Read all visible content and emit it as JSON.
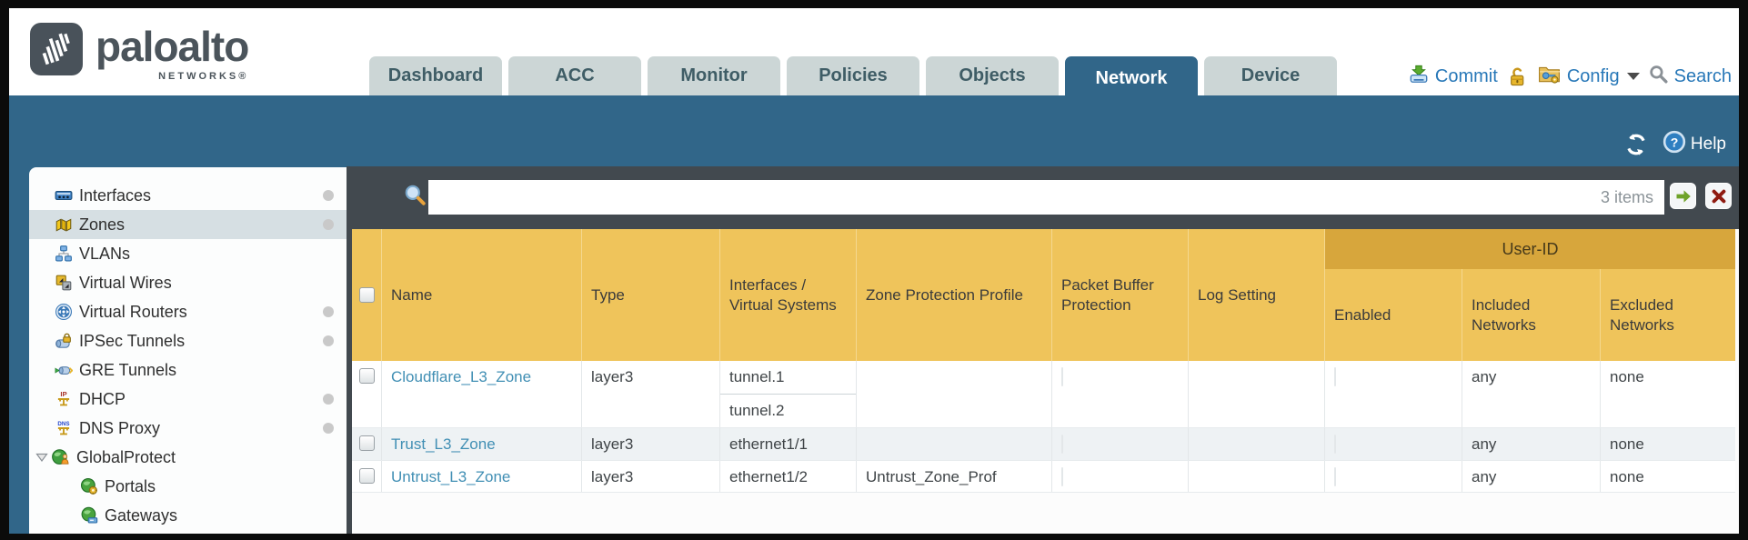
{
  "brand": {
    "name": "paloalto",
    "sub": "NETWORKS®"
  },
  "nav": {
    "tabs": [
      {
        "label": "Dashboard",
        "active": false
      },
      {
        "label": "ACC",
        "active": false
      },
      {
        "label": "Monitor",
        "active": false
      },
      {
        "label": "Policies",
        "active": false
      },
      {
        "label": "Objects",
        "active": false
      },
      {
        "label": "Network",
        "active": true
      },
      {
        "label": "Device",
        "active": false
      }
    ]
  },
  "utilities": {
    "commit_label": "Commit",
    "config_label": "Config",
    "search_label": "Search"
  },
  "banner": {
    "help_label": "Help"
  },
  "sidebar": {
    "items": [
      {
        "label": "Interfaces"
      },
      {
        "label": "Zones"
      },
      {
        "label": "VLANs"
      },
      {
        "label": "Virtual Wires"
      },
      {
        "label": "Virtual Routers"
      },
      {
        "label": "IPSec Tunnels"
      },
      {
        "label": "GRE Tunnels"
      },
      {
        "label": "DHCP"
      },
      {
        "label": "DNS Proxy"
      },
      {
        "label": "GlobalProtect"
      },
      {
        "label": "Portals"
      },
      {
        "label": "Gateways"
      }
    ],
    "selected": "Zones"
  },
  "toolbar": {
    "items_count": "3 items",
    "filter_value": ""
  },
  "table": {
    "group_header": "User-ID",
    "columns": [
      "Name",
      "Type",
      "Interfaces / Virtual Systems",
      "Zone Protection Profile",
      "Packet Buffer Protection",
      "Log Setting",
      "Enabled",
      "Included Networks",
      "Excluded Networks"
    ],
    "rows": [
      {
        "name": "Cloudflare_L3_Zone",
        "type": "layer3",
        "interfaces": [
          "tunnel.1",
          "tunnel.2"
        ],
        "zone_protection_profile": "",
        "log_setting": "",
        "included_networks": "any",
        "excluded_networks": "none"
      },
      {
        "name": "Trust_L3_Zone",
        "type": "layer3",
        "interfaces": [
          "ethernet1/1"
        ],
        "zone_protection_profile": "",
        "log_setting": "",
        "included_networks": "any",
        "excluded_networks": "none"
      },
      {
        "name": "Untrust_L3_Zone",
        "type": "layer3",
        "interfaces": [
          "ethernet1/2"
        ],
        "zone_protection_profile": "Untrust_Zone_Prof",
        "log_setting": "",
        "included_networks": "any",
        "excluded_networks": "none"
      }
    ]
  },
  "colors": {
    "teal_band": "#316689",
    "slate": "#42494f",
    "header_orange": "#efc45b",
    "userid_band": "#d7a63c",
    "link_blue": "#418fb4",
    "tab_inactive": "#ccd6d6",
    "selected_row": "#d6dfe3"
  }
}
